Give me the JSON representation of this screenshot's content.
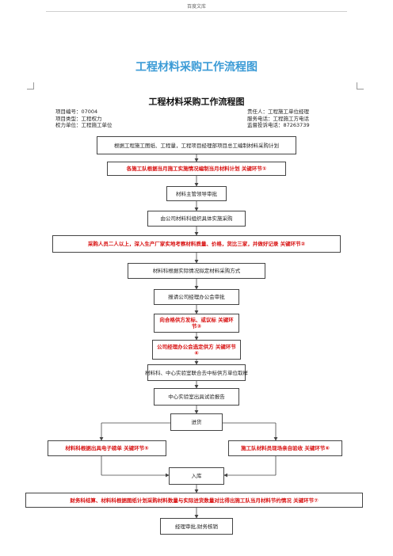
{
  "header": {
    "site": "百度文库"
  },
  "page_title": "工程材料采购工作流程图",
  "doc": {
    "title": "工程材料采购工作流程图",
    "meta_left": [
      "项目编号：07004",
      "项目类型：工程权力",
      "权力单位：工程施工单位"
    ],
    "meta_right": [
      "责任人：工程施工单位经理",
      "服务电话：工程施工方电话",
      "监督投诉电话：87263739"
    ]
  },
  "flow": {
    "step1": "根据工程施工图纸、工程量，工程项目经理部项目总工编制材料采购计划",
    "step2": "各施工队根据当月施工实施情况编制当月材料计划 关键环节①",
    "step3": "材料主管领导审批",
    "step4": "由公司材料科组织具体实施采购",
    "step5": "采购人员二人以上，深入生产厂家实地考察材料质量、价格，货比三家，并做好记录 关键环节②",
    "step6": "材料科根据实际情况拟定材料采购方式",
    "step7": "报请公司经理办公会审批",
    "step8": "向合格供方发标、或议标 关键环节③",
    "step9": "公司经理办公会选定供方 关键环节④",
    "step10": "材料科、中心实验室联合去中标供方单位取样",
    "step11": "中心实验室出具试验报告",
    "step12": "进货",
    "step13_left": "材料科根据出具电子磅单 关键环节⑤",
    "step13_right": "施工队材料员现场亲自验收 关键环节⑥",
    "step14": "入库",
    "step15": "财务科结算、材料科根据图纸计划采购材料数量与实际进货数量对比得出施工队当月材料节约情况 关键环节⑦",
    "step16": "经理审批,财务核销"
  }
}
